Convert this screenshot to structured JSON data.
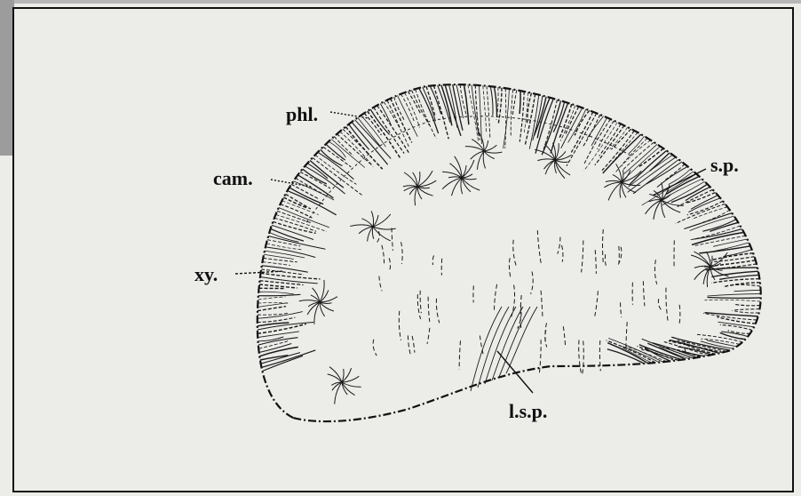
{
  "diagram": {
    "labels": {
      "phloem": "phl.",
      "cambium": "cam.",
      "xylem": "xy.",
      "secondary_phloem_rays": "s.p.",
      "lateral_s_p": "l.s.p."
    }
  }
}
